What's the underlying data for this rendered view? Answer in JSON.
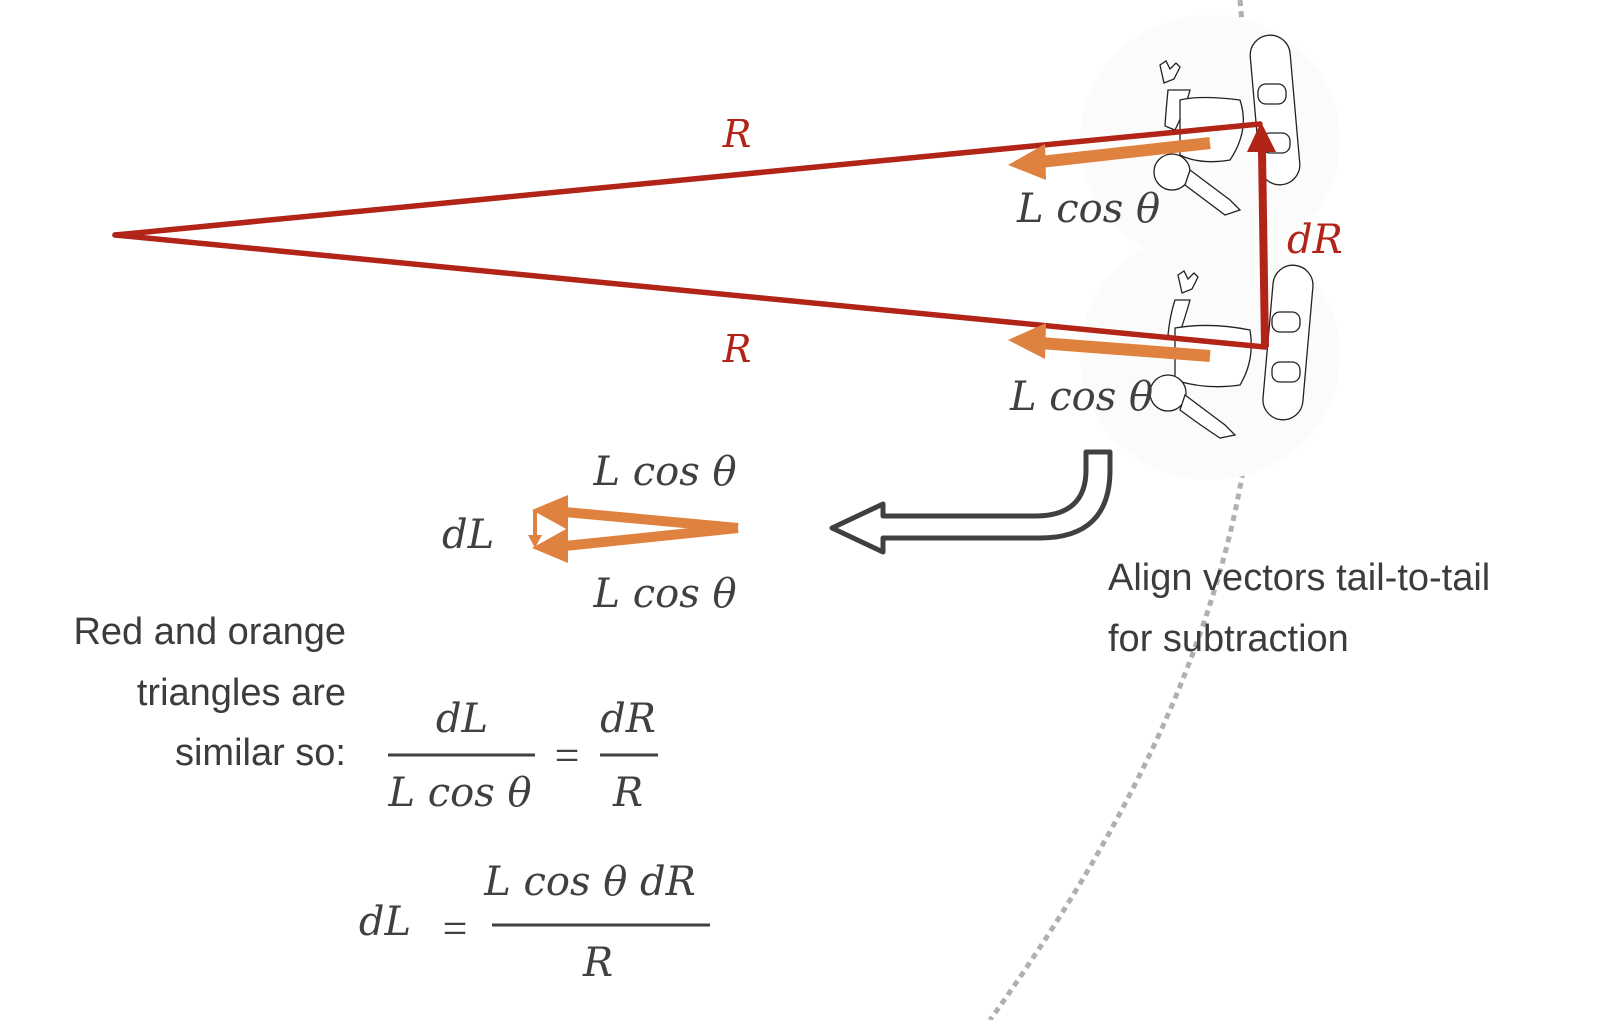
{
  "colors": {
    "red": "#B22418",
    "orange": "#E0823F",
    "text": "#404040",
    "arc": "#B0B0B0",
    "arrow_outline": "#404040"
  },
  "labels": {
    "R_top": "R",
    "R_bottom": "R",
    "dR": "dR",
    "lcos_top_right": "L cos θ",
    "lcos_bottom_right": "L cos θ",
    "lcos_small_top": "L cos θ",
    "lcos_small_bottom": "L cos θ",
    "dL_small": "dL"
  },
  "notes": {
    "align_line1": "Align vectors tail-to-tail",
    "align_line2": "for subtraction",
    "similar_line1": "Red and orange",
    "similar_line2": "triangles are",
    "similar_line3": "similar so:"
  },
  "equation1": {
    "num_left": "dL",
    "den_left": "L cos θ",
    "equals": "=",
    "num_right": "dR",
    "den_right": "R"
  },
  "equation2": {
    "lhs": "dL",
    "equals": "=",
    "numerator": "L cos θ dR",
    "denominator": "R"
  },
  "icons": {
    "snowboarder_top": "snowboarder-icon",
    "snowboarder_bottom": "snowboarder-icon",
    "curved_arrow": "curved-left-arrow-icon"
  }
}
